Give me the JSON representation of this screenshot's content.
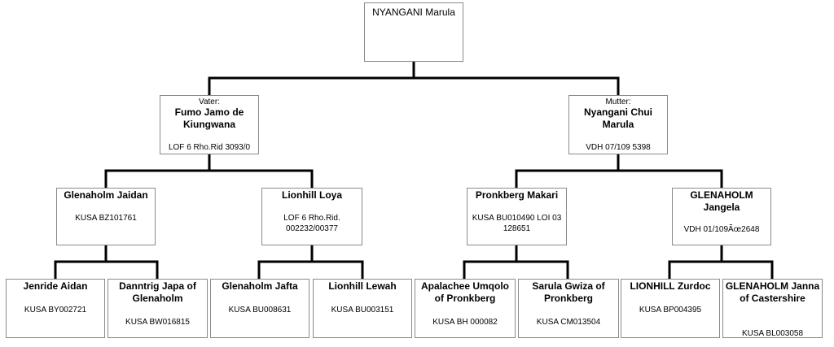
{
  "subject": {
    "name": "NYANGANI Marula"
  },
  "father": {
    "role": "Vater:",
    "name": "Fumo Jamo de Kiungwana",
    "reg": "LOF 6 Rho.Rid 3093/0"
  },
  "mother": {
    "role": "Mutter:",
    "name": "Nyangani Chui Marula",
    "reg": "VDH 07/109 5398"
  },
  "grandparents": [
    {
      "name": "Glenaholm Jaidan",
      "reg": "KUSA BZ101761"
    },
    {
      "name": "Lionhill Loya",
      "reg": "LOF 6 Rho.Rid. 002232/00377"
    },
    {
      "name": "Pronkberg Makari",
      "reg": "KUSA BU010490 LOI 03 128651"
    },
    {
      "name": "GLENAHOLM Jangela",
      "reg": "VDH 01/109Ãœ2648"
    }
  ],
  "great_grandparents": [
    {
      "name": "Jenride Aidan",
      "reg": "KUSA BY002721"
    },
    {
      "name": "Danntrig Japa of Glenaholm",
      "reg": "KUSA BW016815"
    },
    {
      "name": "Glenaholm Jafta",
      "reg": "KUSA BU008631"
    },
    {
      "name": "Lionhill Lewah",
      "reg": "KUSA BU003151"
    },
    {
      "name": "Apalachee Umqolo of Pronkberg",
      "reg": "KUSA BH 000082"
    },
    {
      "name": "Sarula Gwiza of Pronkberg",
      "reg": "KUSA CM013504"
    },
    {
      "name": "LIONHILL Zurdoc",
      "reg": "KUSA BP004395"
    },
    {
      "name": "GLENAHOLM Janna of Castershire",
      "reg": "KUSA BL003058"
    }
  ]
}
